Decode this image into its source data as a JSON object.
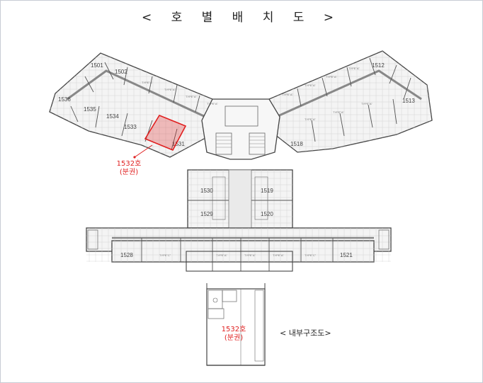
{
  "title": "< 호 별 배 치 도 >",
  "inner_title": "< 내부구조도>",
  "highlight": {
    "room": "1532호",
    "note": "(분권)",
    "color": "#e02020"
  },
  "rooms": {
    "r1501": "1501",
    "r1502": "1502",
    "r1536": "1536",
    "r1535": "1535",
    "r1534": "1534",
    "r1533": "1533",
    "r1531": "1531",
    "r1530": "1530",
    "r1529": "1529",
    "r1528": "1528",
    "r1512": "1512",
    "r1513": "1513",
    "r1518": "1518",
    "r1519": "1519",
    "r1520": "1520",
    "r1521": "1521"
  },
  "type_label": "TYPE\"A\"",
  "type_label_alt": "TYPE\"C\""
}
